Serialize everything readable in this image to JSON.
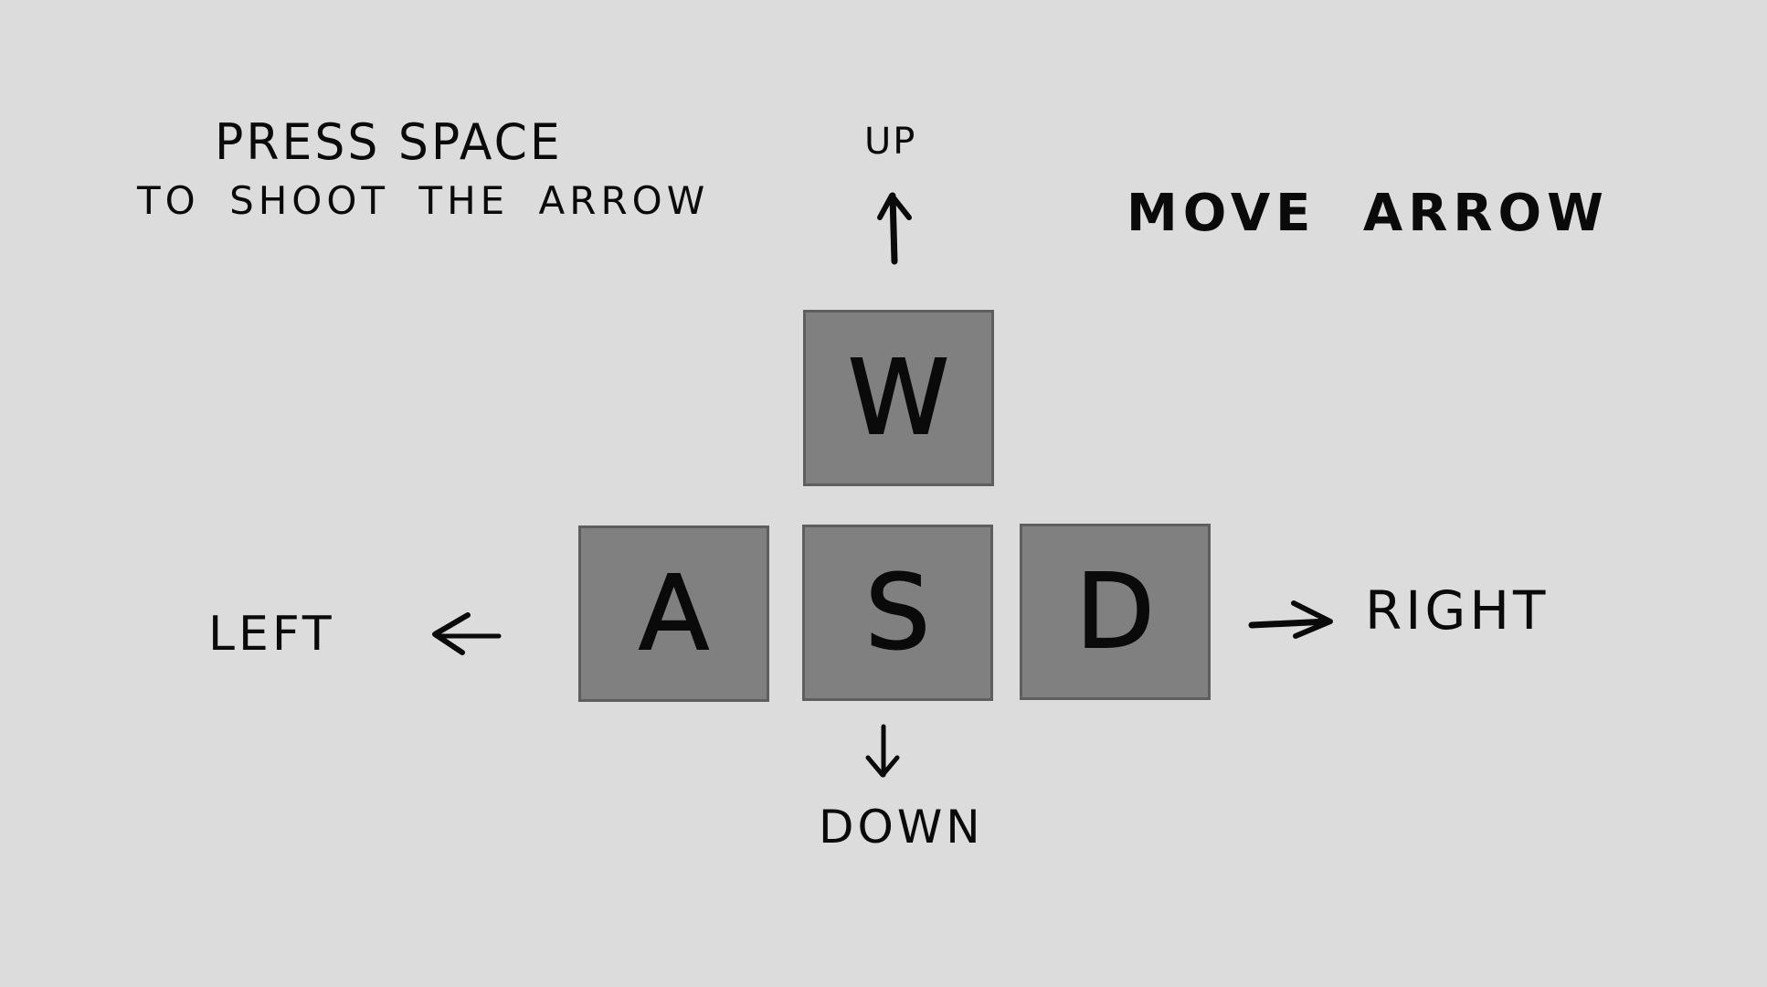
{
  "hint": {
    "line1": "PRESS SPACE",
    "line2": "TO SHOOT THE ARROW"
  },
  "move_label": "MOVE ARROW",
  "directions": {
    "up": "UP",
    "down": "DOWN",
    "left": "LEFT",
    "right": "RIGHT"
  },
  "keys": {
    "w": "W",
    "a": "A",
    "s": "S",
    "d": "D"
  },
  "colors": {
    "background": "#dcdcdc",
    "key_fill": "#808080",
    "key_border": "#5e5e5e",
    "ink": "#0a0a0a"
  },
  "icons": [
    "arrow-up-icon",
    "arrow-down-icon",
    "arrow-left-icon",
    "arrow-right-icon"
  ]
}
